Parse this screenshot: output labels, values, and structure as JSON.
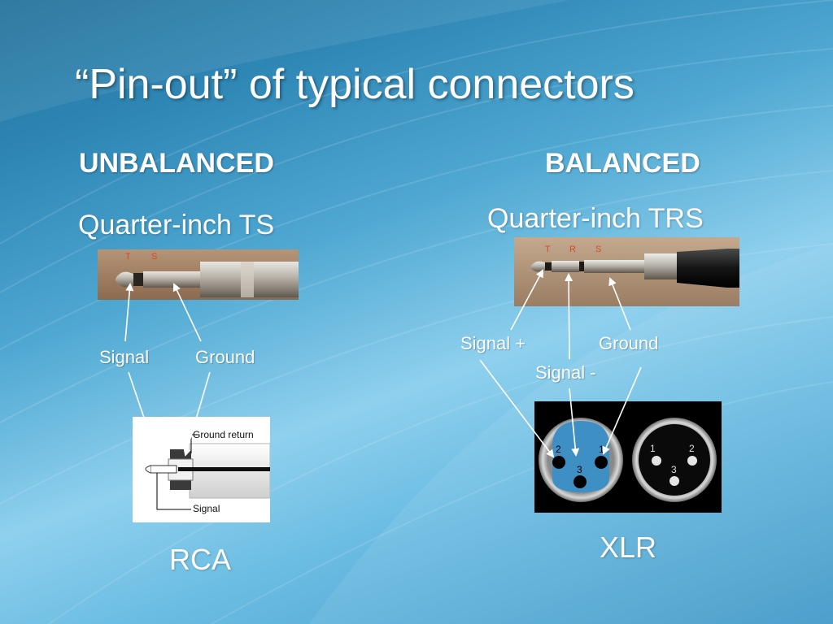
{
  "slide": {
    "title": "“Pin-out” of typical connectors",
    "left": {
      "heading": "UNBALANCED",
      "connector_name": "Quarter-inch TS",
      "photo_tip_letters": [
        "T",
        "S"
      ],
      "label_signal": "Signal",
      "label_ground": "Ground",
      "rca_diagram": {
        "ground_return_label": "Ground return",
        "signal_label": "Signal"
      },
      "rca_name": "RCA"
    },
    "right": {
      "heading": "BALANCED",
      "connector_name": "Quarter-inch TRS",
      "photo_tip_letters": [
        "T",
        "R",
        "S"
      ],
      "label_signal_plus": "Signal +",
      "label_signal_minus": "Signal -",
      "label_ground": "Ground",
      "xlr_female_pins": [
        "2",
        "1",
        "3"
      ],
      "xlr_male_pins": [
        "1",
        "2",
        "3"
      ],
      "xlr_name": "XLR"
    }
  },
  "colors": {
    "background_light": "#8fd0ee",
    "background_dark": "#1f6f98",
    "text": "#ffffff",
    "xlr_female_face": "#3e8fc4",
    "photo_tip_letters": "#d9472b"
  }
}
